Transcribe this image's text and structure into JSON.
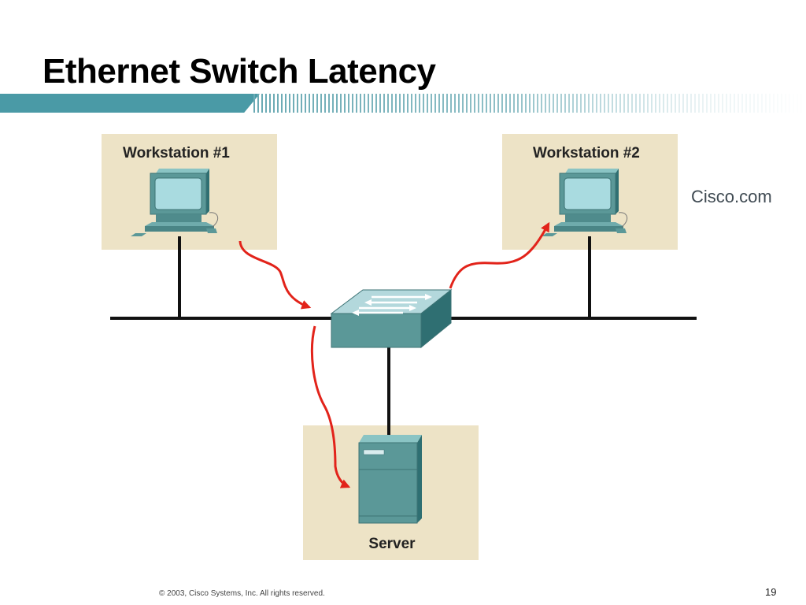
{
  "slide": {
    "title": "Ethernet Switch Latency",
    "logo_text": "Cisco.com",
    "footer": "© 2003, Cisco Systems, Inc. All rights reserved.",
    "page_number": "19"
  },
  "diagram": {
    "nodes": {
      "workstation_1": "Workstation #1",
      "workstation_2": "Workstation #2",
      "server": "Server",
      "switch": ""
    }
  },
  "colors": {
    "band": "#4a9aa6",
    "node_box": "#ede3c6",
    "device": "#5b9898",
    "flow_arrow": "#e2231a"
  }
}
